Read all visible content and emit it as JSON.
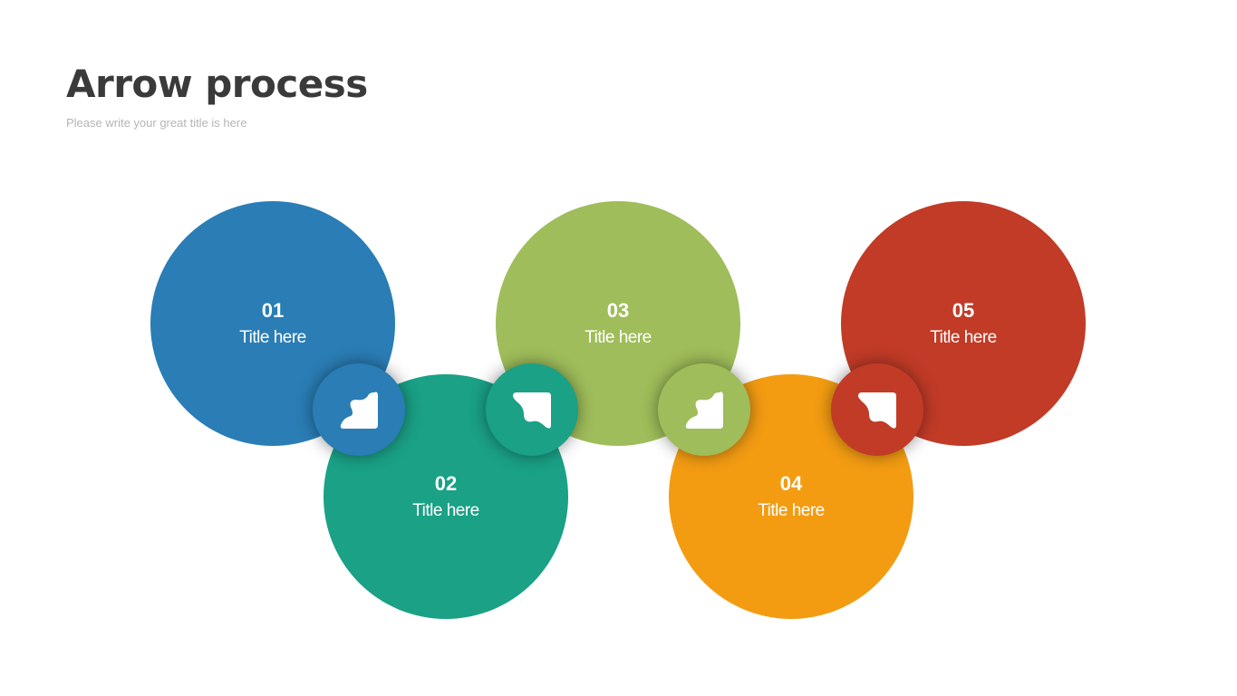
{
  "header": {
    "title": "Arrow process",
    "subtitle": "Please write your great title is here"
  },
  "steps": [
    {
      "number": "01",
      "label": "Title here",
      "color": "#2a7db5"
    },
    {
      "number": "02",
      "label": "Title here",
      "color": "#1aa186"
    },
    {
      "number": "03",
      "label": "Title here",
      "color": "#9fbd5a"
    },
    {
      "number": "04",
      "label": "Title here",
      "color": "#f39c12"
    },
    {
      "number": "05",
      "label": "Title here",
      "color": "#c13b27"
    }
  ],
  "connectors": [
    {
      "icon": "arrow-up-right-icon",
      "color": "#2a7db5"
    },
    {
      "icon": "arrow-down-right-icon",
      "color": "#1aa186"
    },
    {
      "icon": "arrow-up-right-icon",
      "color": "#9fbd5a"
    },
    {
      "icon": "arrow-down-right-icon",
      "color": "#c13b27"
    }
  ]
}
